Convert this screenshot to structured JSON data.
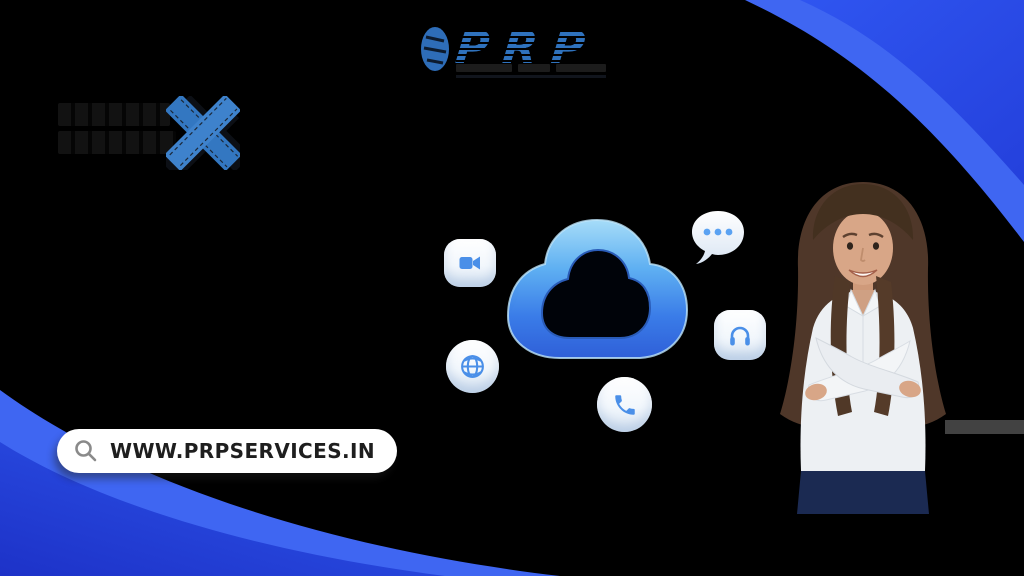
{
  "banner": {
    "bg_color": "#000000",
    "accent_primary": "#2b4fe8",
    "accent_light": "#3f66f2"
  },
  "brand": {
    "wordmark": "PRP",
    "logo_blue": "#2f72bd",
    "icon": "brand-globe-badge-icon"
  },
  "partner_mark": {
    "icon": "blue-x-ribbons-icon",
    "x_color": "#3377c1"
  },
  "graphic": {
    "center_icon": "cloud-icon",
    "orbit_icons": [
      "video-camera-icon",
      "chat-dots-icon",
      "globe-icon",
      "headphones-icon",
      "phone-icon"
    ],
    "icon_blue": "#4a8fe8"
  },
  "website": {
    "icon": "search-icon",
    "label": "WWW.PRPSERVICES.IN"
  },
  "photo": {
    "alt": "Smiling woman in white blouse with arms crossed"
  }
}
